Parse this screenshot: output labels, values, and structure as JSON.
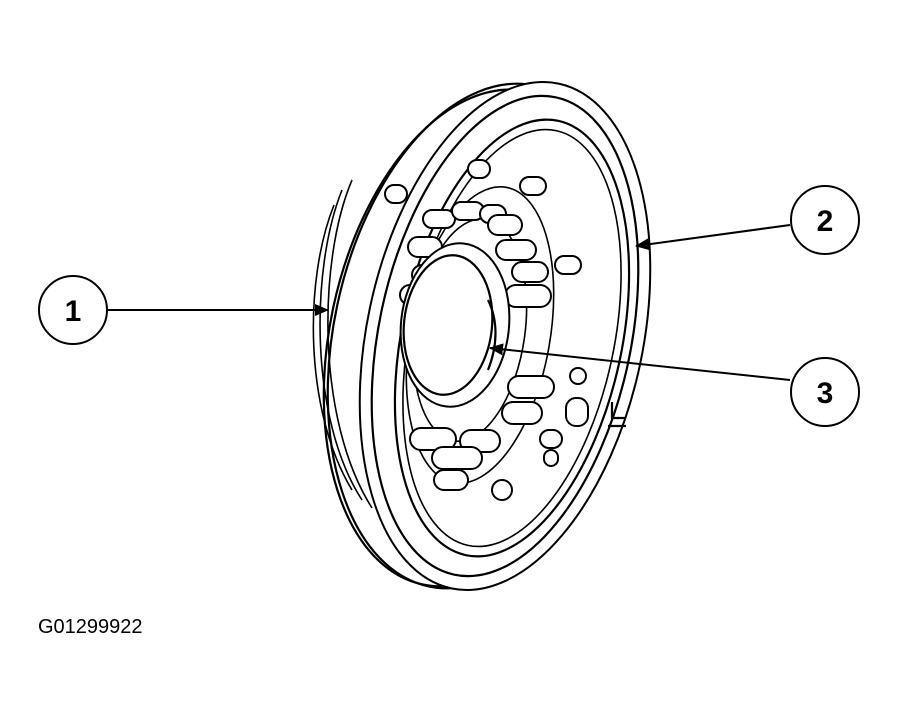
{
  "figure": {
    "id_label": "G01299922",
    "part": "crankshaft-pulley"
  },
  "callouts": [
    {
      "number": "1",
      "points_to": "outer-rim"
    },
    {
      "number": "2",
      "points_to": "inner-rim"
    },
    {
      "number": "3",
      "points_to": "center-bore"
    }
  ],
  "colors": {
    "line": "#000000",
    "background": "#ffffff"
  }
}
